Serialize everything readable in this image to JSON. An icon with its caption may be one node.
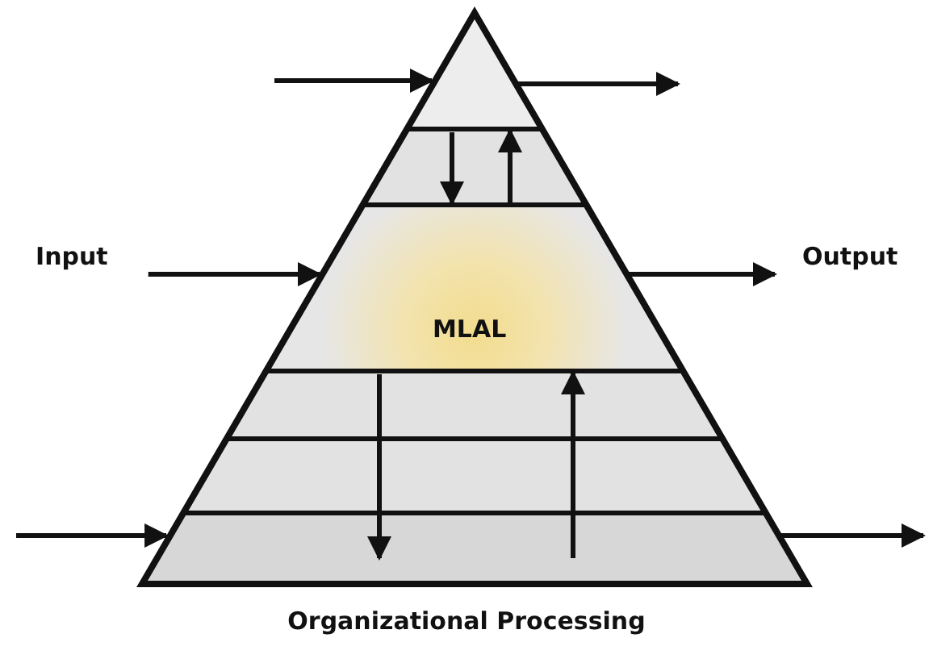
{
  "diagram": {
    "caption": "Organizational Processing",
    "nodes": [
      {
        "text": [],
        "shape": "triangle"
      },
      {
        "text": [
          "Input"
        ]
      },
      {
        "text": [
          "MLAL"
        ]
      },
      {
        "text": [
          "Output"
        ]
      },
      {
        "text": [],
        "shape": "band"
      }
    ],
    "edges": [
      {
        "from": null,
        "to": 0,
        "arrow": "to"
      },
      {
        "from": 0,
        "to": null,
        "arrow": "to"
      },
      {
        "from": 1,
        "to": 2,
        "arrow": "to"
      },
      {
        "from": 2,
        "to": 3,
        "arrow": "to"
      },
      {
        "from": 0,
        "to": 2,
        "arrow": "to"
      },
      {
        "from": 2,
        "to": 0,
        "arrow": "to"
      },
      {
        "from": 2,
        "to": 4,
        "arrow": "to"
      },
      {
        "from": 4,
        "to": 2,
        "arrow": "to"
      },
      {
        "from": null,
        "to": 4,
        "arrow": "to"
      },
      {
        "from": 4,
        "to": null,
        "arrow": "to"
      }
    ]
  }
}
